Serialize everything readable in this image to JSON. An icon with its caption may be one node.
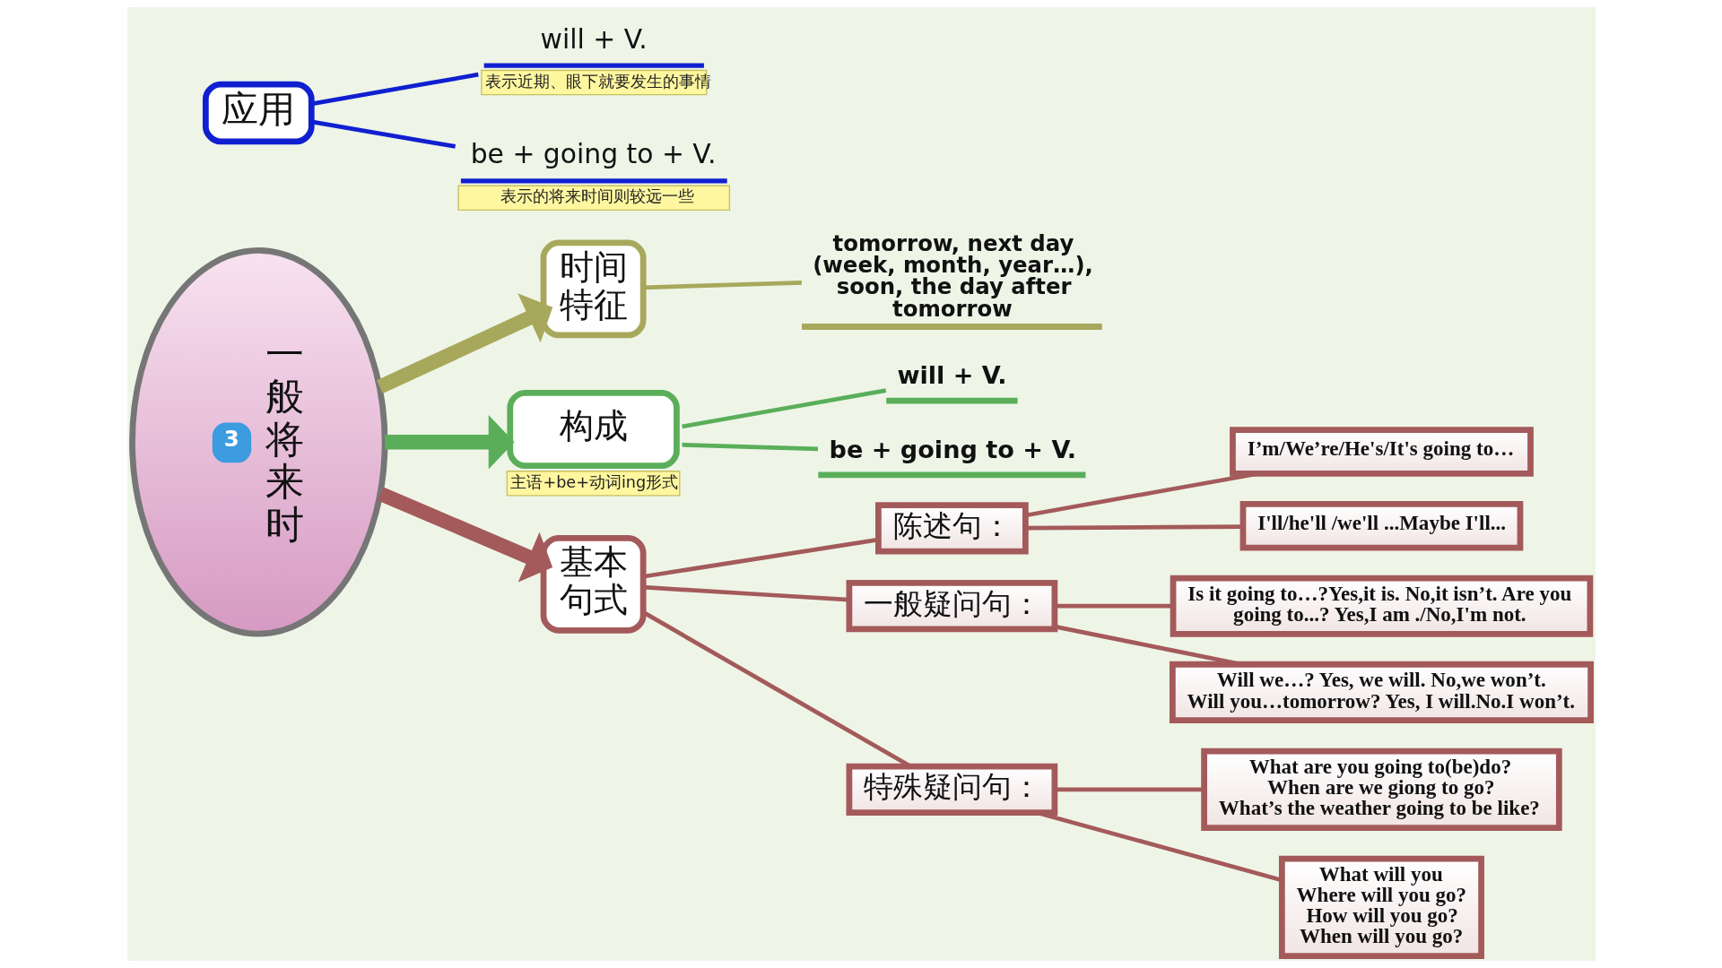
{
  "diagram": {
    "nodes": [
      {
        "text": [
          "3",
          "一般将来时"
        ]
      },
      {
        "text": [
          "应用"
        ]
      },
      {
        "text": [
          "will + V.",
          "表示近期、眼下就要发生的事情"
        ]
      },
      {
        "text": [
          "be + going to + V.",
          "表示的将来时间则较远一些"
        ]
      },
      {
        "text": [
          "时间特征"
        ]
      },
      {
        "text": [
          "tomorrow, next day (week, month, year…), soon, the day after tomorrow"
        ]
      },
      {
        "text": [
          "构成",
          "主语+be+动词ing形式"
        ]
      },
      {
        "text": [
          "will + V."
        ]
      },
      {
        "text": [
          "be + going to + V."
        ]
      },
      {
        "text": [
          "基本句式"
        ]
      },
      {
        "text": [
          "陈述句："
        ]
      },
      {
        "text": [
          "I’m/We’re/He's/It's going to…"
        ]
      },
      {
        "text": [
          "I'll/he'll /we'll ...Maybe I'll..."
        ]
      },
      {
        "text": [
          "一般疑问句："
        ]
      },
      {
        "text": [
          "Is it going to…?Yes,it is. No,it isn’t. Are you going to...? Yes,I am ./No,I'm not."
        ]
      },
      {
        "text": [
          "Will we…? Yes, we will. No,we won’t. Will you…tomorrow? Yes, I will.No.I won’t."
        ]
      },
      {
        "text": [
          "特殊疑问句："
        ]
      },
      {
        "text": [
          "What are you going to(be)do? When are we giong to go? What’s the weather going to be like?"
        ]
      },
      {
        "text": [
          "What will you Where will you go? How will you go? When will you go?"
        ]
      }
    ],
    "edges": [
      {
        "from": 1,
        "to": 2,
        "arrow": "none",
        "color": "#1020d0"
      },
      {
        "from": 1,
        "to": 3,
        "arrow": "none",
        "color": "#1020d0"
      },
      {
        "from": 0,
        "to": 4,
        "arrow": "to",
        "style": "thick",
        "color": "#a8a85c"
      },
      {
        "from": 4,
        "to": 5,
        "arrow": "none",
        "color": "#a8a85c"
      },
      {
        "from": 0,
        "to": 6,
        "arrow": "to",
        "style": "thick",
        "color": "#5aae5a"
      },
      {
        "from": 6,
        "to": 7,
        "arrow": "none",
        "color": "#5aae5a"
      },
      {
        "from": 6,
        "to": 8,
        "arrow": "none",
        "color": "#5aae5a"
      },
      {
        "from": 0,
        "to": 9,
        "arrow": "to",
        "style": "thick"
      },
      {
        "from": 9,
        "to": 10,
        "arrow": "none"
      },
      {
        "from": 9,
        "to": 13,
        "arrow": "none"
      },
      {
        "from": 9,
        "to": 16,
        "arrow": "none"
      },
      {
        "from": 10,
        "to": 11,
        "arrow": "none"
      },
      {
        "from": 10,
        "to": 12,
        "arrow": "none"
      },
      {
        "from": 13,
        "to": 14,
        "arrow": "none"
      },
      {
        "from": 13,
        "to": 15,
        "arrow": "none"
      },
      {
        "from": 16,
        "to": 17,
        "arrow": "none"
      },
      {
        "from": 16,
        "to": 18,
        "arrow": "none"
      }
    ]
  }
}
